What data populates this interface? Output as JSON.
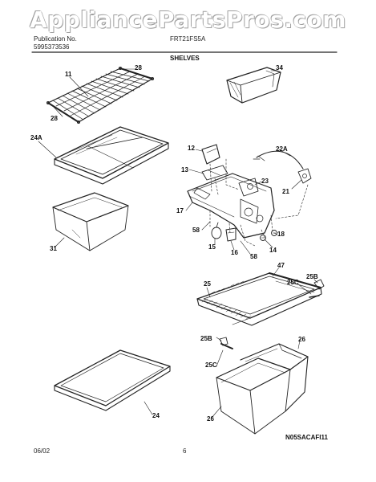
{
  "watermark": "AppliancePartsPros.com",
  "header": {
    "publication_label": "Publication No.",
    "publication_number": "5995373536",
    "model": "FRT21FS5A",
    "section_title": "SHELVES"
  },
  "part_labels": {
    "p11": "11",
    "p28a": "28",
    "p28b": "28",
    "p34": "34",
    "p24a": "24A",
    "p12": "12",
    "p22a": "22A",
    "p13": "13",
    "p23": "23",
    "p21": "21",
    "p17": "17",
    "p58a": "58",
    "p58b": "58",
    "p18": "18",
    "p15": "15",
    "p16": "16",
    "p14": "14",
    "p31": "31",
    "p47": "47",
    "p25": "25",
    "p25b_top": "25B",
    "p25c_top": "25C",
    "p25b_mid": "25B",
    "p26_top": "26",
    "p25c_mid": "25C",
    "p24": "24",
    "p26_bot": "26"
  },
  "footer": {
    "date": "06/02",
    "page": "6",
    "drawing_code": "N05SACAFI11"
  }
}
